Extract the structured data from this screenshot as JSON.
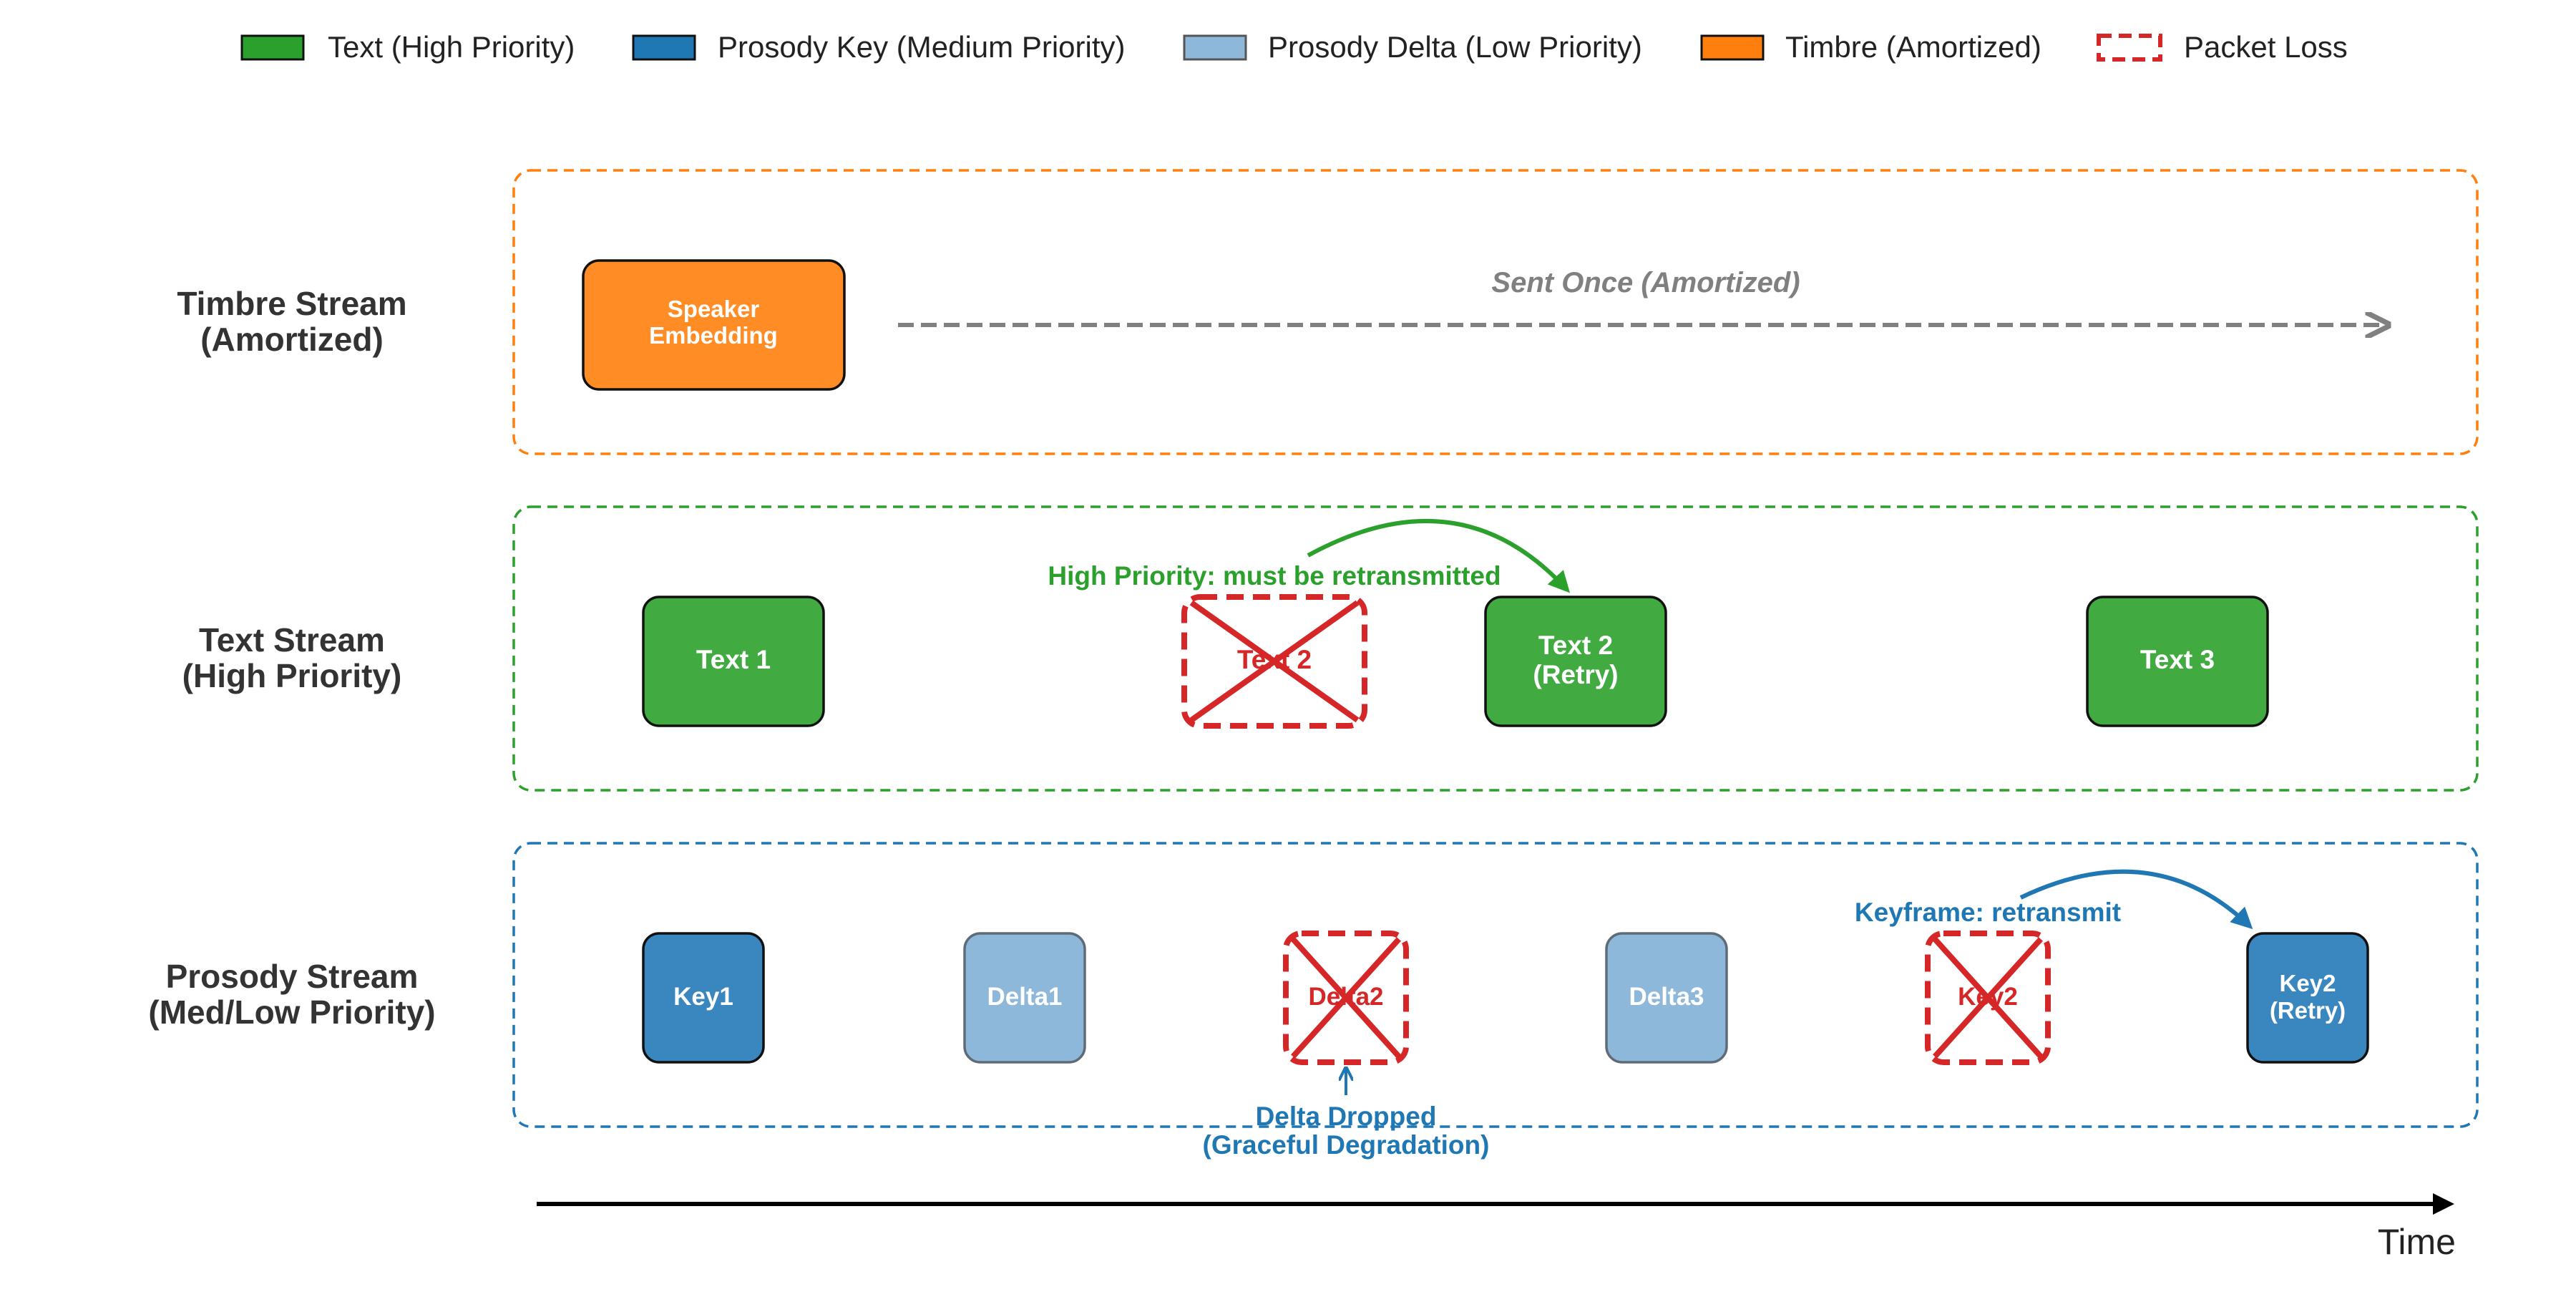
{
  "colors": {
    "text_green": "#41AB41",
    "key_blue": "#3A86BE",
    "delta_light": "#8EB8DA",
    "timbre_orange": "#FF8C24",
    "loss_red": "#D62728",
    "timbre_frame": "#FF8C24",
    "text_frame": "#2CA02C",
    "prosody_frame": "#1F77B4",
    "gray_arrow": "#808080",
    "annotation_green": "#2CA02C",
    "annotation_blue": "#1F77B4",
    "label_dark": "#333333"
  },
  "legend": [
    {
      "label": "Text (High Priority)",
      "kind": "text"
    },
    {
      "label": "Prosody Key (Medium Priority)",
      "kind": "key"
    },
    {
      "label": "Prosody Delta (Low Priority)",
      "kind": "delta"
    },
    {
      "label": "Timbre (Amortized)",
      "kind": "timbre"
    },
    {
      "label": "Packet Loss",
      "kind": "loss"
    }
  ],
  "streams": {
    "timbre": {
      "label_line1": "Timbre Stream",
      "label_line2": "(Amortized)",
      "packet_line1": "Speaker",
      "packet_line2": "Embedding",
      "note": "Sent Once (Amortized)"
    },
    "text": {
      "label_line1": "Text Stream",
      "label_line2": "(High Priority)",
      "packets": [
        {
          "line1": "Text 1",
          "line2": "",
          "kind": "text"
        },
        {
          "line1": "Text 2",
          "line2": "",
          "kind": "loss"
        },
        {
          "line1": "Text 2",
          "line2": "(Retry)",
          "kind": "text"
        },
        {
          "line1": "Text 3",
          "line2": "",
          "kind": "text"
        }
      ],
      "annotation": "High Priority: must be retransmitted"
    },
    "prosody": {
      "label_line1": "Prosody Stream",
      "label_line2": "(Med/Low Priority)",
      "packets": [
        {
          "line1": "Key1",
          "line2": "",
          "kind": "key"
        },
        {
          "line1": "Delta1",
          "line2": "",
          "kind": "delta"
        },
        {
          "line1": "Delta2",
          "line2": "",
          "kind": "loss"
        },
        {
          "line1": "Delta3",
          "line2": "",
          "kind": "delta"
        },
        {
          "line1": "Key2",
          "line2": "",
          "kind": "loss"
        },
        {
          "line1": "Key2",
          "line2": "(Retry)",
          "kind": "key"
        }
      ],
      "annotation": "Keyframe: retransmit",
      "drop_note_line1": "Delta Dropped",
      "drop_note_line2": "(Graceful Degradation)"
    }
  },
  "axis_label": "Time"
}
